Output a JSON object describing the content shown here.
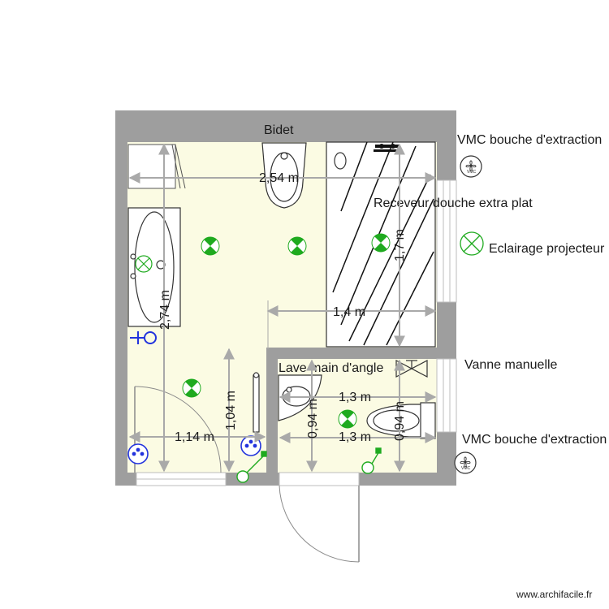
{
  "labels": {
    "bidet": "Bidet",
    "shower": "Receveur douche extra plat",
    "handbasin": "Lave main d'angle",
    "vmc_top": "VMC bouche d'extraction",
    "vmc_bottom": "VMC bouche d'extraction",
    "lighting": "Eclairage projecteur",
    "valve": "Vanne manuelle",
    "vmc_symbol": "VMC"
  },
  "dimensions": {
    "width_total": "2,54 m",
    "height_total": "2,74 m",
    "shower_height": "1,7 m",
    "shower_width": "1,4 m",
    "lower_left_width": "1,14 m",
    "lower_left_height": "1,04 m",
    "wc_width_top": "1,3 m",
    "wc_width_bottom": "1,3 m",
    "wc_height_left": "0,94 m",
    "wc_height_right": "0,94 m"
  },
  "credit": "www.archifacile.fr",
  "colors": {
    "wall": "#9e9e9e",
    "floor": "#fbfbe3",
    "symbol_green": "#1faa1f",
    "socket_blue": "#2233dd",
    "dimension": "#a9a9a9"
  }
}
